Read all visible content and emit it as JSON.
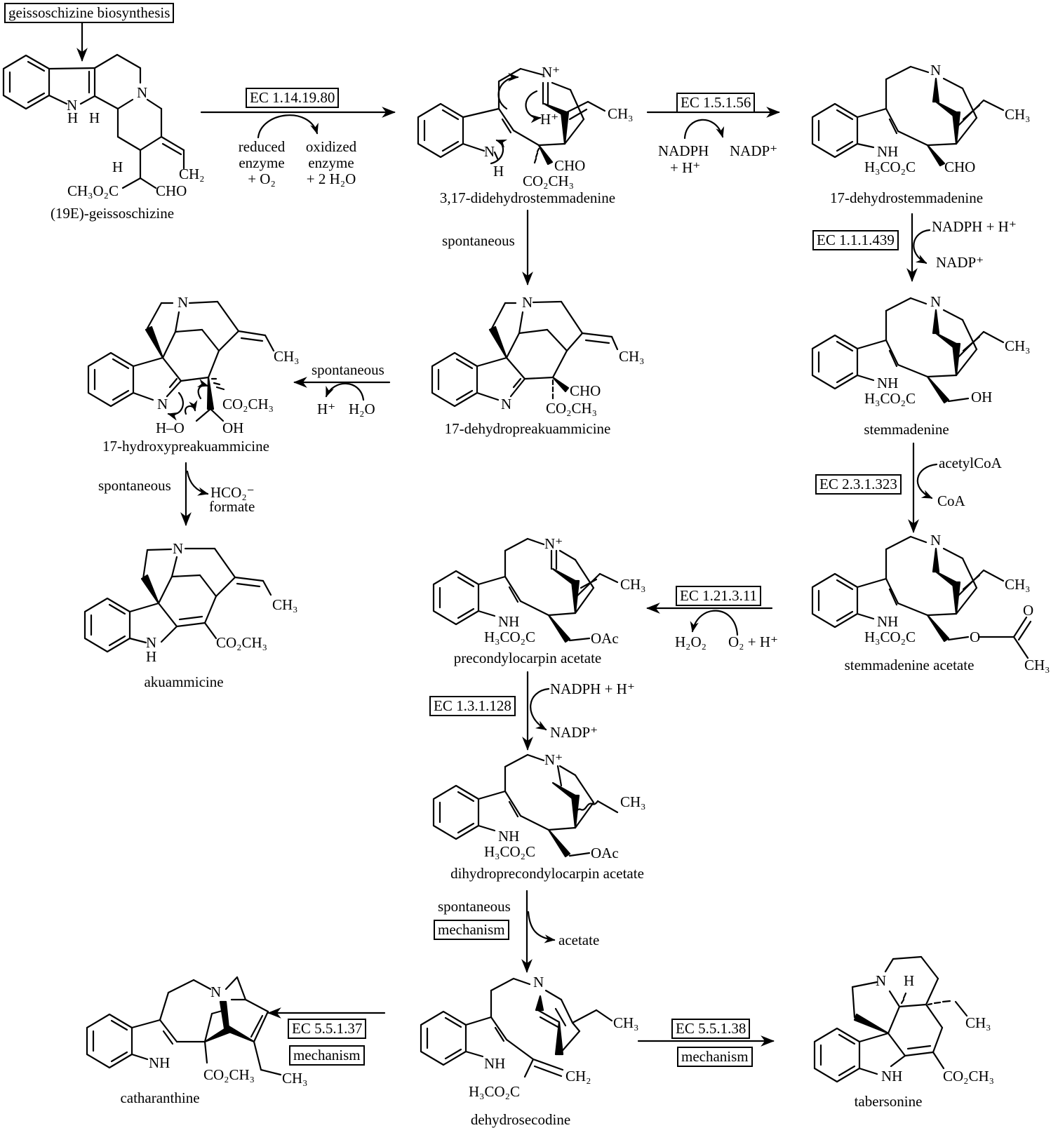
{
  "title_box": "geissoschizine biosynthesis",
  "compounds": {
    "geissoschizine": "(19E)-geissoschizine",
    "didehydrostemmadenine": "3,17-didehydrostemmadenine",
    "dehydrostemmadenine": "17-dehydrostemmadenine",
    "dehydropreakuammicine": "17-dehydropreakuammicine",
    "hydroxypreakuammicine": "17-hydroxypreakuammicine",
    "stemmadenine": "stemmadenine",
    "akuammicine": "akuammicine",
    "stemmadenine_acetate": "stemmadenine acetate",
    "precondylocarpin_acetate": "precondylocarpin acetate",
    "dihydroprecondylocarpin_acetate": "dihydroprecondylocarpin acetate",
    "dehydrosecodine": "dehydrosecodine",
    "catharanthine": "catharanthine",
    "tabersonine": "tabersonine"
  },
  "reactions": {
    "r1": {
      "enzyme": "EC 1.14.19.80",
      "in1": "reduced",
      "in2": "enzyme",
      "in3": "+ O₂",
      "out1": "oxidized",
      "out2": "enzyme",
      "out3": "+ 2 H₂O"
    },
    "r2": {
      "enzyme": "EC 1.5.1.56",
      "in1": "NADPH",
      "in2": "+ H⁺",
      "out1": "NADP⁺"
    },
    "r3": {
      "label": "spontaneous"
    },
    "r4": {
      "enzyme": "EC 1.1.1.439",
      "in1": "NADPH + H⁺",
      "out1": "NADP⁺"
    },
    "r5": {
      "label": "spontaneous",
      "out1": "H⁺",
      "in1": "H₂O"
    },
    "r6": {
      "label": "spontaneous",
      "out1": "HCO₂⁻",
      "out2": "formate"
    },
    "r7": {
      "enzyme": "EC 2.3.1.323",
      "in1": "acetylCoA",
      "out1": "CoA"
    },
    "r8": {
      "enzyme": "EC 1.21.3.11",
      "out1": "H₂O₂",
      "in1": "O₂ + H⁺"
    },
    "r9": {
      "enzyme": "EC 1.3.1.128",
      "in1": "NADPH + H⁺",
      "out1": "NADP⁺"
    },
    "r10": {
      "label": "spontaneous",
      "mechanism": "mechanism",
      "out1": "acetate"
    },
    "r11": {
      "enzyme": "EC 5.5.1.37",
      "mechanism": "mechanism"
    },
    "r12": {
      "enzyme": "EC 5.5.1.38",
      "mechanism": "mechanism"
    }
  },
  "atoms": {
    "N": "N",
    "NH": "NH",
    "H": "H",
    "Nplus": "N⁺",
    "Hplus": "H⁺",
    "CH3": "CH₃",
    "CH2": "CH₂",
    "CHO": "CHO",
    "CO2CH3": "CO₂CH₃",
    "H3CO2C": "H₃CO₂C",
    "CH3O2C": "CH₃O₂C",
    "OH": "OH",
    "OAc": "OAc",
    "O": "O",
    "HO": "H–O"
  }
}
